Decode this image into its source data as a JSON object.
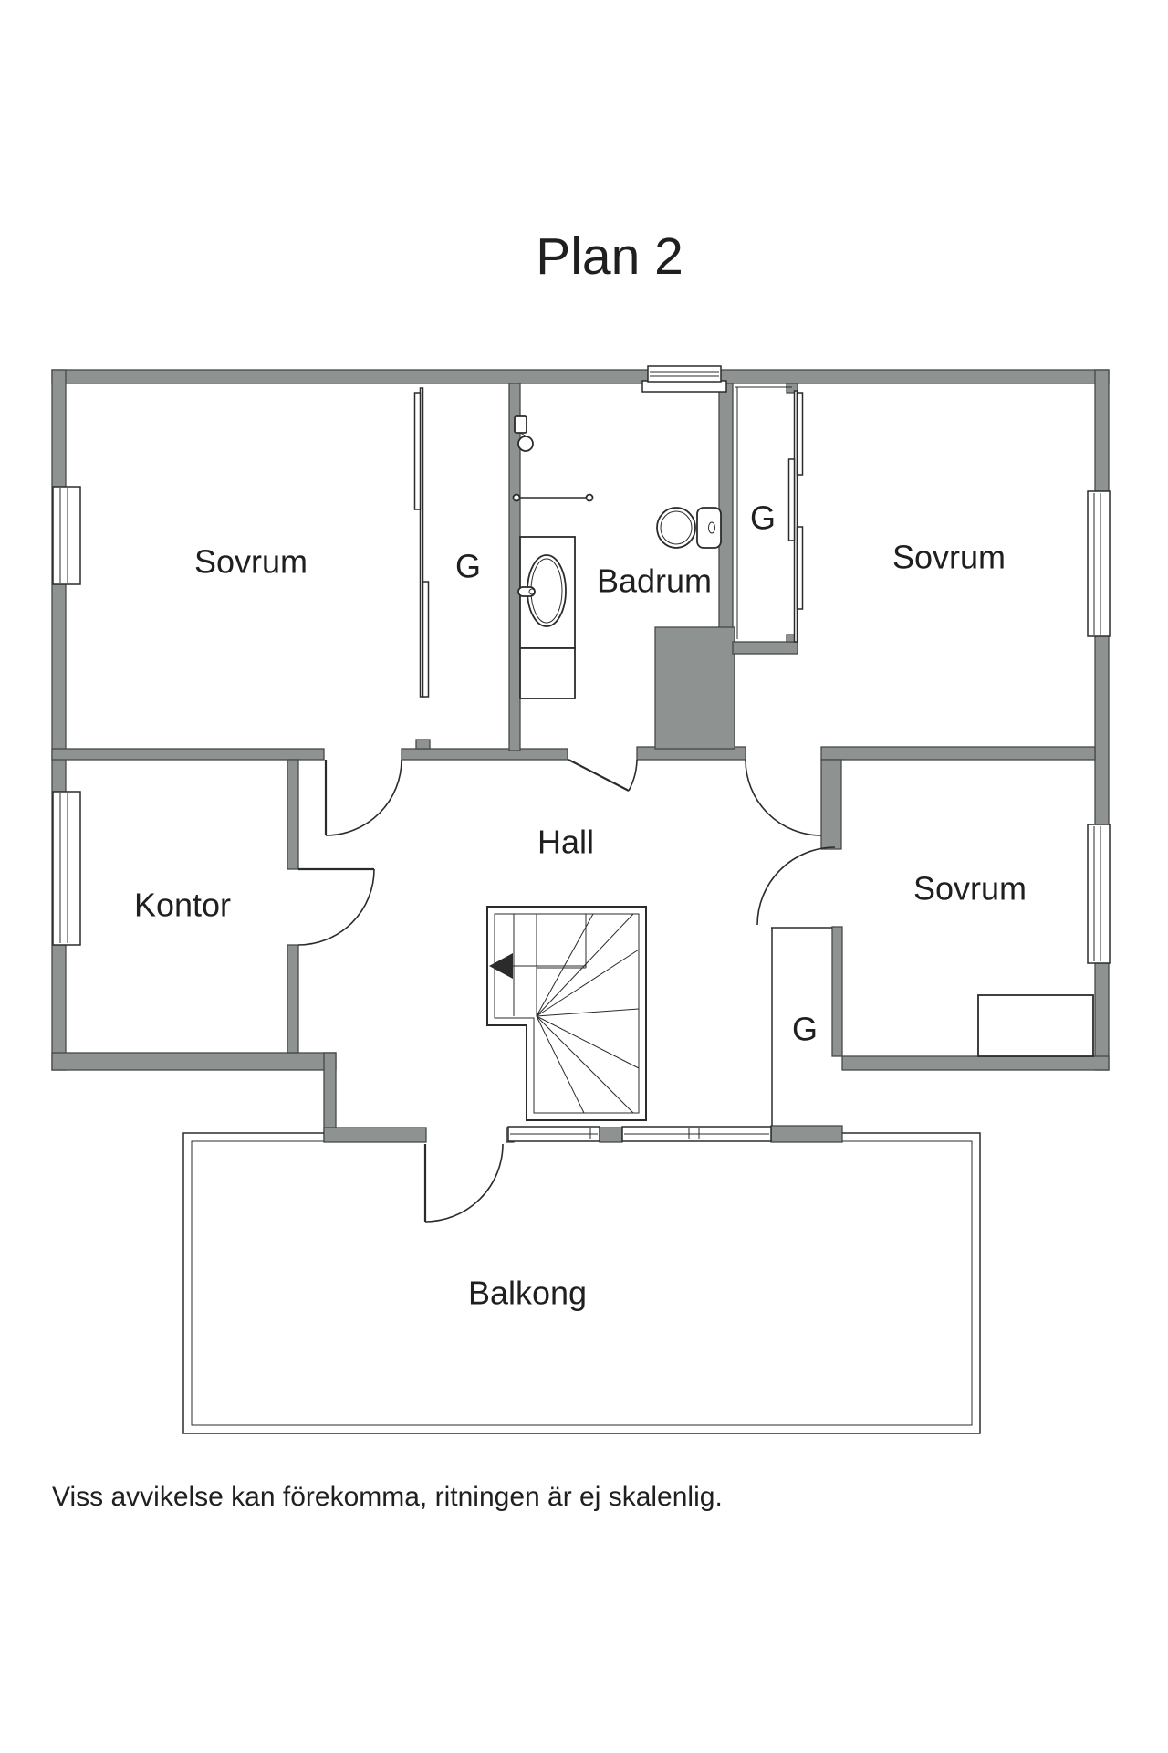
{
  "title": "Plan 2",
  "footer_note": "Viss avvikelse kan förekomma, ritningen är ej skalenlig.",
  "rooms": {
    "bedroom_nw": {
      "label": "Sovrum"
    },
    "closet_nw": {
      "label": "G"
    },
    "bathroom": {
      "label": "Badrum"
    },
    "closet_ne": {
      "label": "G"
    },
    "bedroom_ne": {
      "label": "Sovrum"
    },
    "office": {
      "label": "Kontor"
    },
    "hall": {
      "label": "Hall"
    },
    "bedroom_se": {
      "label": "Sovrum"
    },
    "closet_se": {
      "label": "G"
    },
    "balcony": {
      "label": "Balkong"
    }
  },
  "colors": {
    "wall_fill": "#8e9290",
    "wall_outline": "#45484a",
    "line": "#2b2b2b",
    "text": "#1f1f1f",
    "background": "#ffffff"
  }
}
